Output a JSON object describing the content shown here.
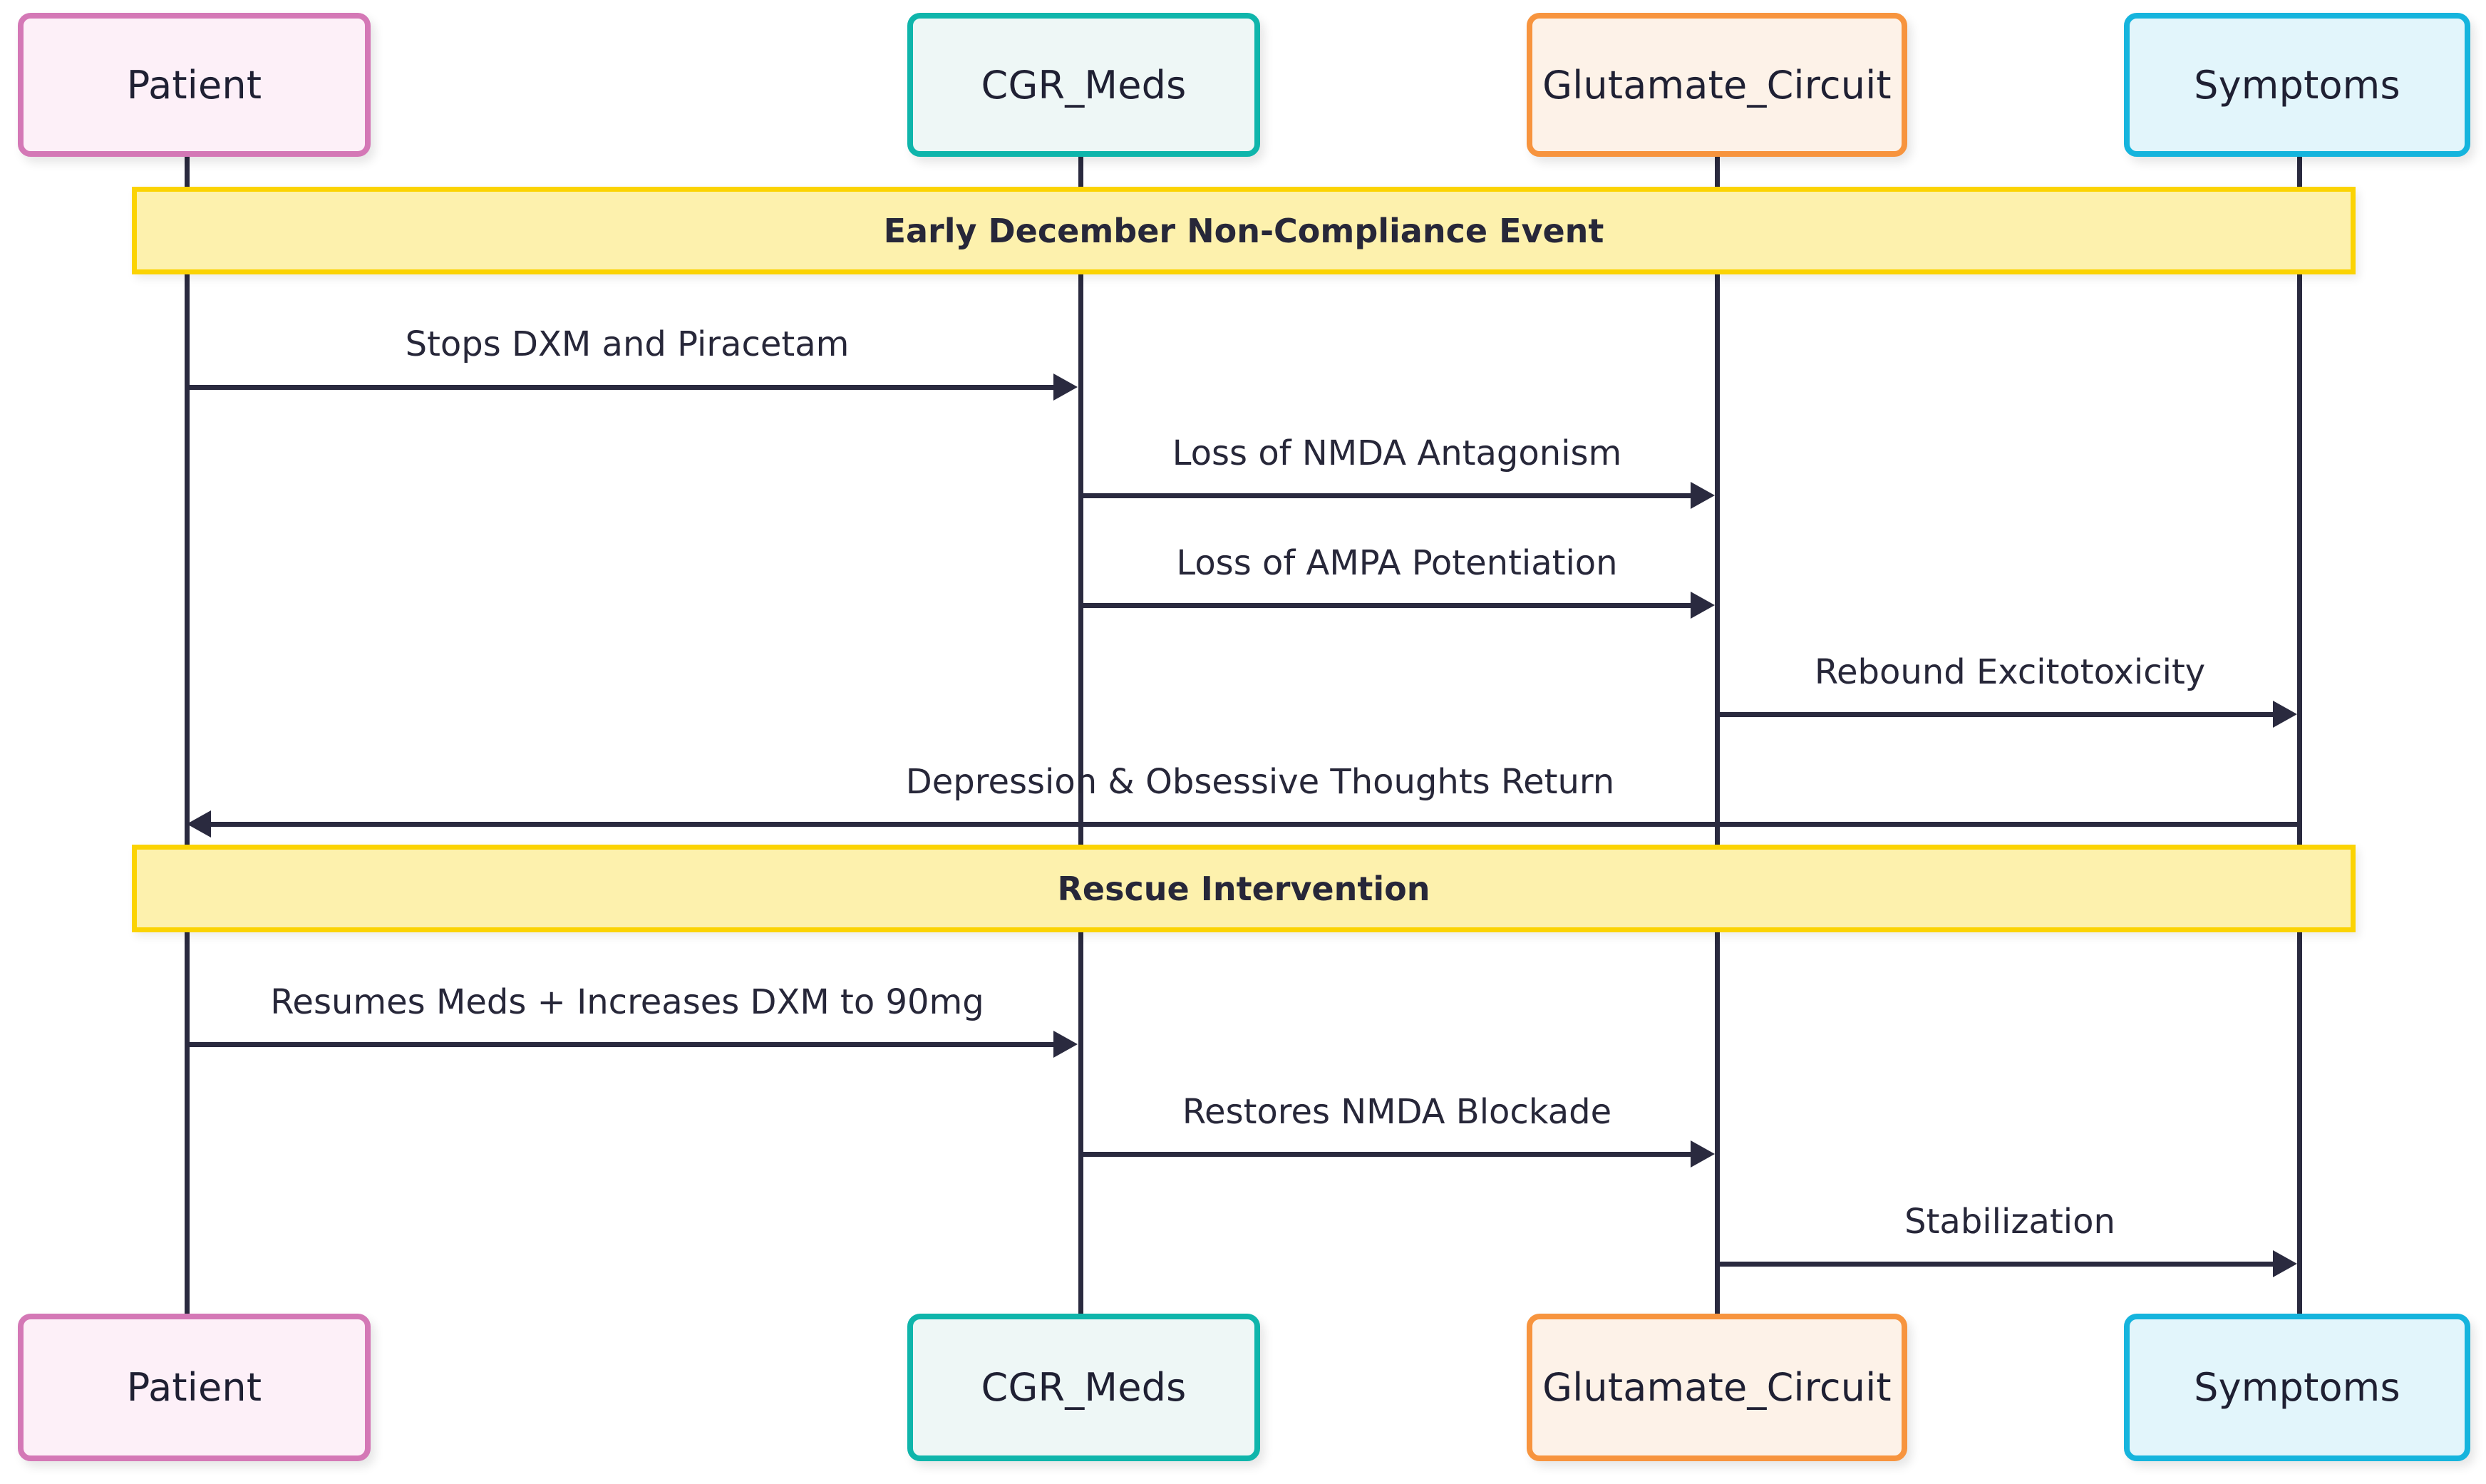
{
  "diagram": {
    "type": "sequence-diagram",
    "title": "CGR Meds Non-Compliance and Rescue Sequence",
    "colors": {
      "patient_border": "#d478b6",
      "patient_fill": "#fdf0f8",
      "meds_border": "#0fb5ab",
      "meds_fill": "#eef7f6",
      "glutamate_border": "#f7943e",
      "glutamate_fill": "#fdf2e8",
      "symptoms_border": "#15b4dd",
      "symptoms_fill": "#e2f5fb",
      "banner_border": "#fbd303",
      "banner_fill": "#fdf1ad",
      "line": "#2a2a3f",
      "text": "#272739",
      "background": "#ffffff"
    }
  },
  "actors": [
    {
      "id": "patient",
      "label": "Patient"
    },
    {
      "id": "meds",
      "label": "CGR_Meds"
    },
    {
      "id": "glutamate",
      "label": "Glutamate_Circuit"
    },
    {
      "id": "symptoms",
      "label": "Symptoms"
    }
  ],
  "sections": [
    {
      "id": "section-1",
      "label": "Early December Non-Compliance Event"
    },
    {
      "id": "section-2",
      "label": "Rescue Intervention"
    }
  ],
  "messages": [
    {
      "id": "m1",
      "label": "Stops DXM and Piracetam",
      "from": "patient",
      "to": "meds",
      "direction": "right",
      "section": "section-1"
    },
    {
      "id": "m2",
      "label": "Loss of NMDA Antagonism",
      "from": "meds",
      "to": "glutamate",
      "direction": "right",
      "section": "section-1"
    },
    {
      "id": "m3",
      "label": "Loss of AMPA Potentiation",
      "from": "meds",
      "to": "glutamate",
      "direction": "right",
      "section": "section-1"
    },
    {
      "id": "m4",
      "label": "Rebound Excitotoxicity",
      "from": "glutamate",
      "to": "symptoms",
      "direction": "right",
      "section": "section-1"
    },
    {
      "id": "m5",
      "label": "Depression & Obsessive Thoughts Return",
      "from": "symptoms",
      "to": "patient",
      "direction": "left",
      "section": "section-1"
    },
    {
      "id": "m6",
      "label": "Resumes Meds + Increases DXM to 90mg",
      "from": "patient",
      "to": "meds",
      "direction": "right",
      "section": "section-2"
    },
    {
      "id": "m7",
      "label": "Restores NMDA Blockade",
      "from": "meds",
      "to": "glutamate",
      "direction": "right",
      "section": "section-2"
    },
    {
      "id": "m8",
      "label": "Stabilization",
      "from": "glutamate",
      "to": "symptoms",
      "direction": "right",
      "section": "section-2"
    }
  ]
}
